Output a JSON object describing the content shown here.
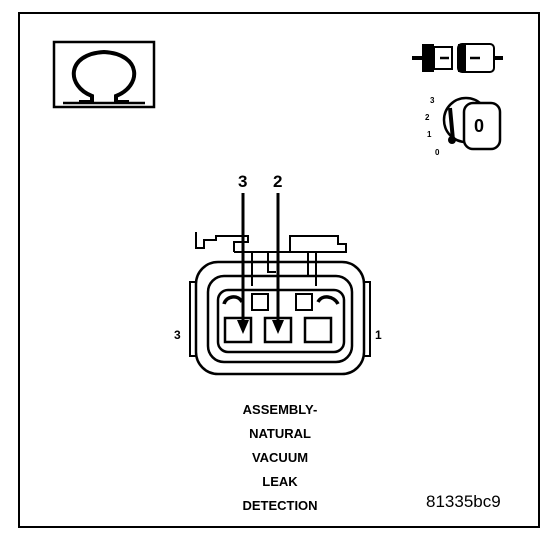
{
  "connector": {
    "top_pin_labels": [
      "3",
      "2"
    ],
    "side_label_left": "3",
    "side_label_right": "1"
  },
  "title_lines": [
    "ASSEMBLY-",
    "NATURAL",
    "VACUUM",
    "LEAK",
    "DETECTION"
  ],
  "figure_code": "81335bc9",
  "ignition_key": {
    "positions": [
      "3",
      "2",
      "1",
      "0"
    ],
    "key_label": "0"
  },
  "icons": {
    "ohm": "ohmmeter-icon",
    "connector": "disconnected-connector-icon",
    "key": "ignition-key-icon"
  }
}
